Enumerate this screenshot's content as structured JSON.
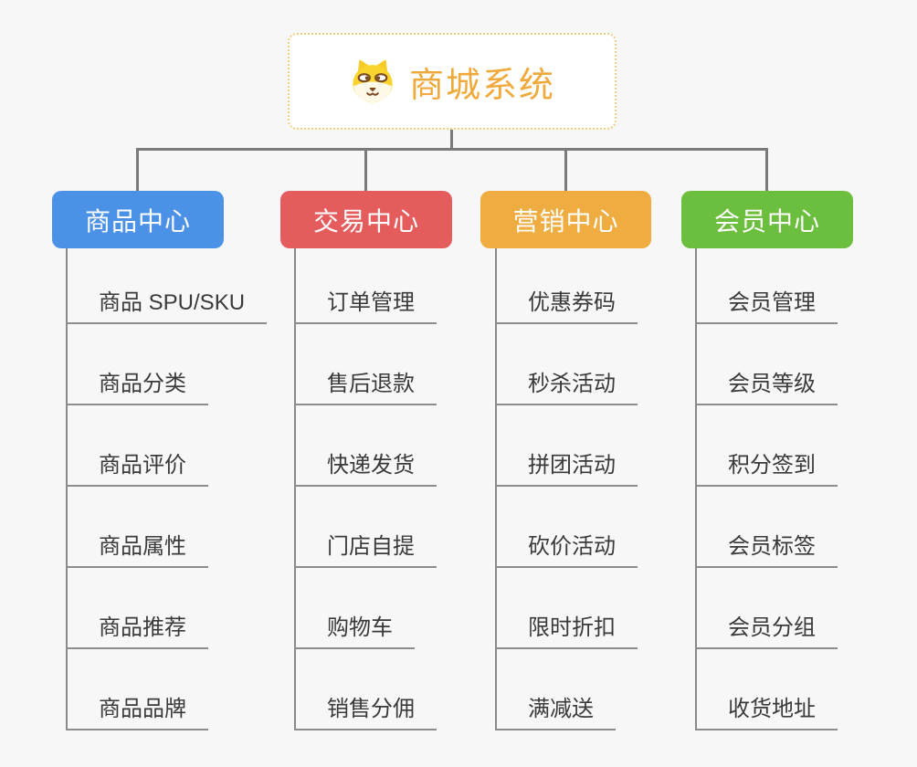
{
  "canvas": {
    "background": "#F7F7F7",
    "connector_color": "#7A7A7A",
    "underline_color": "#8C8C8C",
    "child_text_color": "#3A3A3A"
  },
  "root": {
    "title": "商城系统",
    "icon": "dog-face-icon",
    "text_color": "#F0A93C",
    "border_color": "#F4CB85",
    "background": "#FFFFFF"
  },
  "branches": [
    {
      "label": "商品中心",
      "color": "#4B92E6",
      "children": [
        "商品 SPU/SKU",
        "商品分类",
        "商品评价",
        "商品属性",
        "商品推荐",
        "商品品牌"
      ]
    },
    {
      "label": "交易中心",
      "color": "#E55C5C",
      "children": [
        "订单管理",
        "售后退款",
        "快递发货",
        "门店自提",
        "购物车",
        "销售分佣"
      ]
    },
    {
      "label": "营销中心",
      "color": "#EFAD41",
      "children": [
        "优惠券码",
        "秒杀活动",
        "拼团活动",
        "砍价活动",
        "限时折扣",
        "满减送"
      ]
    },
    {
      "label": "会员中心",
      "color": "#6CBE3E",
      "children": [
        "会员管理",
        "会员等级",
        "积分签到",
        "会员标签",
        "会员分组",
        "收货地址"
      ]
    }
  ]
}
